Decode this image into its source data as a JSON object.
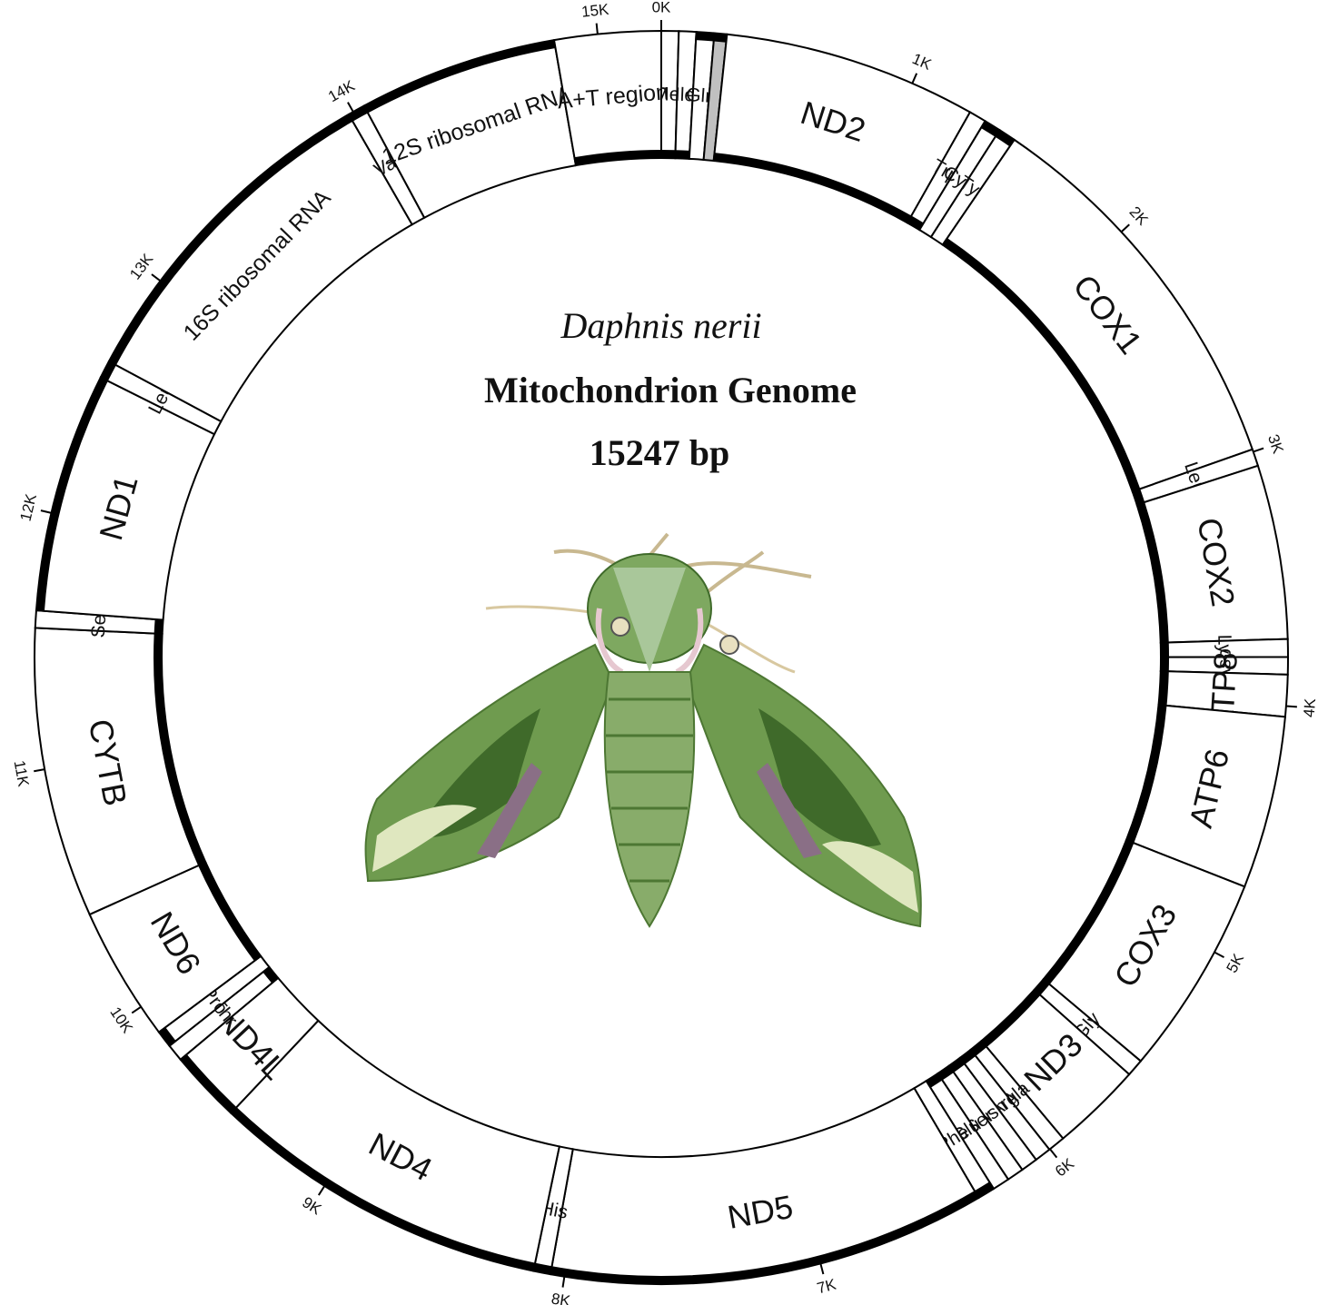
{
  "title": {
    "species": "Daphnis nerii",
    "subtitle": "Mitochondrion Genome",
    "size": "15247 bp"
  },
  "genome_length": 15247,
  "colors": {
    "outline": "#000000",
    "feature_fill": "#ffffff",
    "gap_fill": "#c0c0c0",
    "moth_body": "#7ea860",
    "moth_dark": "#3f6a2a",
    "moth_light": "#d8e4b8"
  },
  "ticks": [
    {
      "label": "0K",
      "pos": 0
    },
    {
      "label": "1K",
      "pos": 1000
    },
    {
      "label": "2K",
      "pos": 2000
    },
    {
      "label": "3K",
      "pos": 3000
    },
    {
      "label": "4K",
      "pos": 4000
    },
    {
      "label": "5K",
      "pos": 5000
    },
    {
      "label": "6K",
      "pos": 6000
    },
    {
      "label": "7K",
      "pos": 7000
    },
    {
      "label": "8K",
      "pos": 8000
    },
    {
      "label": "9K",
      "pos": 9000
    },
    {
      "label": "10K",
      "pos": 10000
    },
    {
      "label": "11K",
      "pos": 11000
    },
    {
      "label": "12K",
      "pos": 12000
    },
    {
      "label": "13K",
      "pos": 13000
    },
    {
      "label": "14K",
      "pos": 14000
    },
    {
      "label": "15K",
      "pos": 15000
    }
  ],
  "features": [
    {
      "name": "Met",
      "start": 0,
      "end": 68,
      "strand": "+",
      "kind": "trna"
    },
    {
      "name": "Ile",
      "start": 68,
      "end": 136,
      "strand": "+",
      "kind": "trna"
    },
    {
      "name": "Gln",
      "start": 136,
      "end": 206,
      "strand": "-",
      "kind": "trna"
    },
    {
      "name": "",
      "start": 206,
      "end": 255,
      "strand": "-",
      "kind": "gap"
    },
    {
      "name": "ND2",
      "start": 255,
      "end": 1250,
      "strand": "+",
      "kind": "gene"
    },
    {
      "name": "Trp",
      "start": 1250,
      "end": 1318,
      "strand": "+",
      "kind": "trna"
    },
    {
      "name": "Cys",
      "start": 1318,
      "end": 1384,
      "strand": "-",
      "kind": "trna"
    },
    {
      "name": "Tyr",
      "start": 1384,
      "end": 1452,
      "strand": "-",
      "kind": "trna"
    },
    {
      "name": "COX1",
      "start": 1452,
      "end": 2990,
      "strand": "+",
      "kind": "gene"
    },
    {
      "name": "Leu",
      "start": 2990,
      "end": 3057,
      "strand": "+",
      "kind": "trna"
    },
    {
      "name": "COX2",
      "start": 3057,
      "end": 3740,
      "strand": "+",
      "kind": "gene"
    },
    {
      "name": "Lys",
      "start": 3740,
      "end": 3810,
      "strand": "+",
      "kind": "trna"
    },
    {
      "name": "Asp",
      "start": 3810,
      "end": 3878,
      "strand": "+",
      "kind": "trna"
    },
    {
      "name": "ATP8",
      "start": 3878,
      "end": 4042,
      "strand": "+",
      "kind": "gene"
    },
    {
      "name": "ATP6",
      "start": 4042,
      "end": 4720,
      "strand": "+",
      "kind": "gene"
    },
    {
      "name": "COX3",
      "start": 4720,
      "end": 5510,
      "strand": "+",
      "kind": "gene"
    },
    {
      "name": "Gly",
      "start": 5510,
      "end": 5578,
      "strand": "+",
      "kind": "trna"
    },
    {
      "name": "ND3",
      "start": 5578,
      "end": 5935,
      "strand": "+",
      "kind": "gene"
    },
    {
      "name": "Ala",
      "start": 5935,
      "end": 6003,
      "strand": "+",
      "kind": "trna"
    },
    {
      "name": "Arg",
      "start": 6003,
      "end": 6068,
      "strand": "+",
      "kind": "trna"
    },
    {
      "name": "Asn",
      "start": 6068,
      "end": 6134,
      "strand": "+",
      "kind": "trna"
    },
    {
      "name": "Ser",
      "start": 6134,
      "end": 6200,
      "strand": "+",
      "kind": "trna"
    },
    {
      "name": "Glu",
      "start": 6200,
      "end": 6267,
      "strand": "+",
      "kind": "trna"
    },
    {
      "name": "Phe",
      "start": 6267,
      "end": 6335,
      "strand": "-",
      "kind": "trna"
    },
    {
      "name": "ND5",
      "start": 6335,
      "end": 8055,
      "strand": "-",
      "kind": "gene"
    },
    {
      "name": "His",
      "start": 8055,
      "end": 8122,
      "strand": "-",
      "kind": "trna"
    },
    {
      "name": "ND4",
      "start": 8122,
      "end": 9460,
      "strand": "-",
      "kind": "gene"
    },
    {
      "name": "ND4L",
      "start": 9460,
      "end": 9745,
      "strand": "-",
      "kind": "gene"
    },
    {
      "name": "Thr",
      "start": 9745,
      "end": 9813,
      "strand": "+",
      "kind": "trna"
    },
    {
      "name": "Pro",
      "start": 9813,
      "end": 9880,
      "strand": "-",
      "kind": "trna"
    },
    {
      "name": "ND6",
      "start": 9880,
      "end": 10410,
      "strand": "+",
      "kind": "gene"
    },
    {
      "name": "CYTB",
      "start": 10410,
      "end": 11550,
      "strand": "+",
      "kind": "gene"
    },
    {
      "name": "Ser",
      "start": 11550,
      "end": 11618,
      "strand": "+",
      "kind": "trna"
    },
    {
      "name": "ND1",
      "start": 11618,
      "end": 12560,
      "strand": "-",
      "kind": "gene"
    },
    {
      "name": "Leu",
      "start": 12560,
      "end": 12630,
      "strand": "-",
      "kind": "trna"
    },
    {
      "name": "16S ribosomal RNA",
      "start": 12630,
      "end": 13980,
      "strand": "-",
      "kind": "rrna"
    },
    {
      "name": "Val",
      "start": 13980,
      "end": 14048,
      "strand": "-",
      "kind": "trna"
    },
    {
      "name": "12S ribosomal RNA",
      "start": 14048,
      "end": 14830,
      "strand": "-",
      "kind": "rrna"
    },
    {
      "name": "A+T region",
      "start": 14830,
      "end": 15247,
      "strand": "+",
      "kind": "control"
    }
  ]
}
